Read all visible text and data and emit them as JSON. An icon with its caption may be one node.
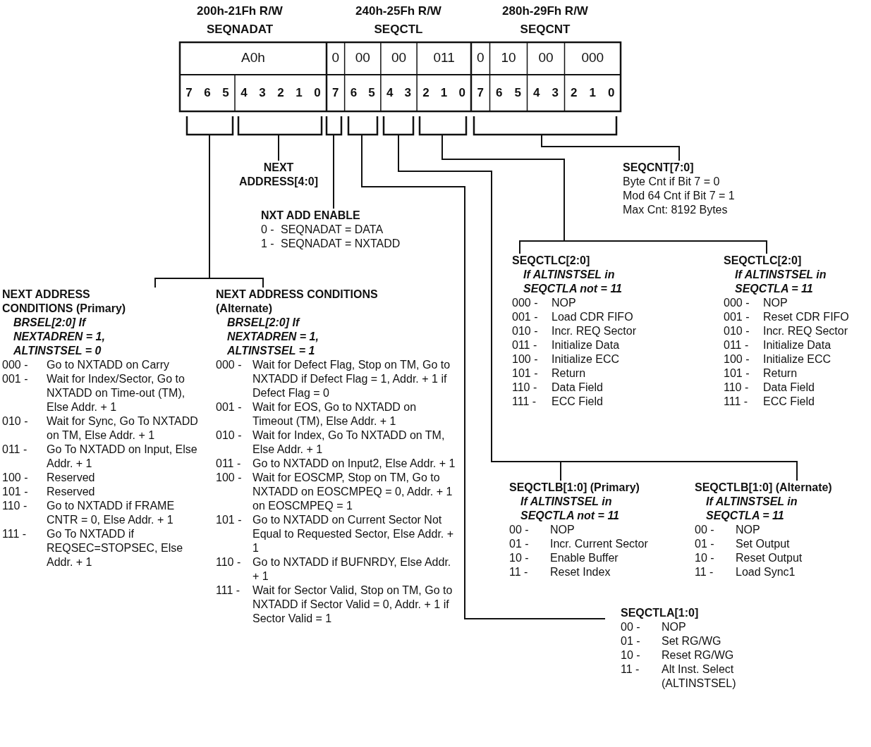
{
  "diagram": {
    "nodes": [
      {
        "text": [],
        "shape": "bracket"
      },
      {
        "text": [],
        "shape": "bracket"
      },
      {
        "text": [],
        "shape": "bracket"
      },
      {
        "text": [],
        "shape": "bracket"
      },
      {
        "text": [],
        "shape": "bracket"
      },
      {
        "text": [],
        "shape": "bracket"
      },
      {
        "text": [],
        "shape": "bracket"
      },
      {
        "text": [
          "NEXT ADDRESS[4:0]"
        ]
      },
      {
        "text": [
          "NXT ADD ENABLE",
          "0 -",
          "SEQNADAT = DATA",
          "1 -",
          "SEQNADAT = NXTADD"
        ]
      },
      {
        "text": [
          "SEQCNT[7:0]",
          "Byte Cnt if Bit 7 = 0",
          "Mod 64 Cnt if Bit 7 = 1",
          "Max Cnt: 8192 Bytes"
        ]
      },
      {
        "text": [
          "SEQCTLC[2:0]",
          "If ALTINSTSEL in SEQCTLA not = 11",
          "000 -",
          "NOP",
          "001 -",
          "Load CDR FIFO",
          "010 -",
          "Incr. REQ Sector",
          "011 -",
          "Initialize Data",
          "100 -",
          "Initialize ECC",
          "101 -",
          "Return",
          "110 -",
          "Data Field",
          "111 -",
          "ECC Field"
        ]
      },
      {
        "text": [
          "SEQCTLC[2:0]",
          "If ALTINSTSEL in SEQCTLA = 11",
          "000 -",
          "NOP",
          "001 -",
          "Reset CDR FIFO",
          "010 -",
          "Incr. REQ Sector",
          "011 -",
          "Initialize Data",
          "100 -",
          "Initialize ECC",
          "101 -",
          "Return",
          "110 -",
          "Data Field",
          "111 -",
          "ECC Field"
        ]
      },
      {
        "text": [
          "NEXT ADDRESS CONDITIONS (Primary)",
          "BRSEL[2:0] If NEXTADREN = 1, ALTINSTSEL = 0",
          "000 -",
          "Go to NXTADD on Carry",
          "001 -",
          "Wait for Index/Sector, Go to NXTADD on Time-out (TM), Else Addr. + 1",
          "010 -",
          "Wait for Sync, Go To NXTADD on TM, Else Addr. + 1",
          "011 -",
          "Go To NXTADD on Input, Else Addr. + 1",
          "100 -",
          "Reserved",
          "101 -",
          "Reserved",
          "110 -",
          "Go to NXTADD if FRAME CNTR = 0, Else Addr. + 1",
          "111 -",
          "Go To NXTADD if REQSEC=STOPSEC, Else Addr. + 1"
        ]
      },
      {
        "text": [
          "NEXT ADDRESS CONDITIONS (Alternate)",
          "BRSEL[2:0] If NEXTADREN = 1, ALTINSTSEL = 1",
          "000 -",
          "Wait for Defect Flag, Stop on TM, Go to NXTADD if Defect Flag = 1, Addr. + 1 if Defect Flag = 0",
          "001 -",
          "Wait for EOS, Go to NXTADD on Timeout (TM), Else Addr. + 1",
          "010 -",
          "Wait for Index, Go To NXTADD on TM, Else Addr. + 1",
          "011 -",
          "Go to NXTADD on Input2, Else Addr. + 1",
          "100 -",
          "Wait for EOSCMP, Stop on TM, Go to NXTADD on EOSCMPEQ = 0, Addr. + 1 on EOSCMPEQ = 1",
          "101 -",
          "Go to NXTADD on Current Sector Not Equal to Requested Sector, Else Addr. + 1",
          "110 -",
          "Go to NXTADD if BUFNRDY, Else Addr. + 1",
          "111 -",
          "Wait for Sector Valid, Stop on TM, Go to NXTADD if Sector Valid = 0, Addr. + 1 if Sector Valid = 1"
        ]
      },
      {
        "text": [
          "SEQCTLB[1:0] (Primary)",
          "If ALTINSTSEL in SEQCTLA not = 11",
          "00 -",
          "NOP",
          "01 -",
          "Incr. Current Sector",
          "10 -",
          "Enable Buffer",
          "11 -",
          "Reset Index"
        ]
      },
      {
        "text": [
          "SEQCTLB[1:0] (Alternate)",
          "If ALTINSTSEL in SEQCTLA = 11",
          "00 -",
          "NOP",
          "01 -",
          "Set Output",
          "10 -",
          "Reset Output",
          "11 -",
          "Load Sync1"
        ]
      },
      {
        "text": [
          "SEQCTLA[1:0]",
          "00 -",
          "NOP",
          "01 -",
          "Set RG/WG",
          "10 -",
          "Reset RG/WG",
          "11 -",
          "Alt Inst. Select (ALTINSTSEL)"
        ]
      }
    ],
    "edges": [
      {
        "from": 0,
        "to": 12,
        "arrow": "none"
      },
      {
        "from": 0,
        "to": 13,
        "arrow": "none"
      },
      {
        "from": 1,
        "to": 7,
        "arrow": "none"
      },
      {
        "from": 2,
        "to": 8,
        "arrow": "none"
      },
      {
        "from": 3,
        "to": 16,
        "arrow": "none"
      },
      {
        "from": 4,
        "to": 14,
        "arrow": "none"
      },
      {
        "from": 4,
        "to": 15,
        "arrow": "none"
      },
      {
        "from": 5,
        "to": 10,
        "arrow": "none"
      },
      {
        "from": 5,
        "to": 11,
        "arrow": "none"
      },
      {
        "from": 6,
        "to": 9,
        "arrow": "none"
      }
    ],
    "labels": [
      "200h-21Fh R/W",
      "240h-25Fh R/W",
      "280h-29Fh R/W",
      "SEQNADAT",
      "SEQCTL",
      "SEQCNT",
      "A0h",
      "0",
      "00",
      "00",
      "011",
      "0",
      "10",
      "00",
      "000",
      "7",
      "6",
      "5",
      "4",
      "3",
      "2",
      "1",
      "0",
      "7",
      "6",
      "5",
      "4",
      "3",
      "2",
      "1",
      "0",
      "7",
      "6",
      "5",
      "4",
      "3",
      "2",
      "1",
      "0"
    ]
  }
}
